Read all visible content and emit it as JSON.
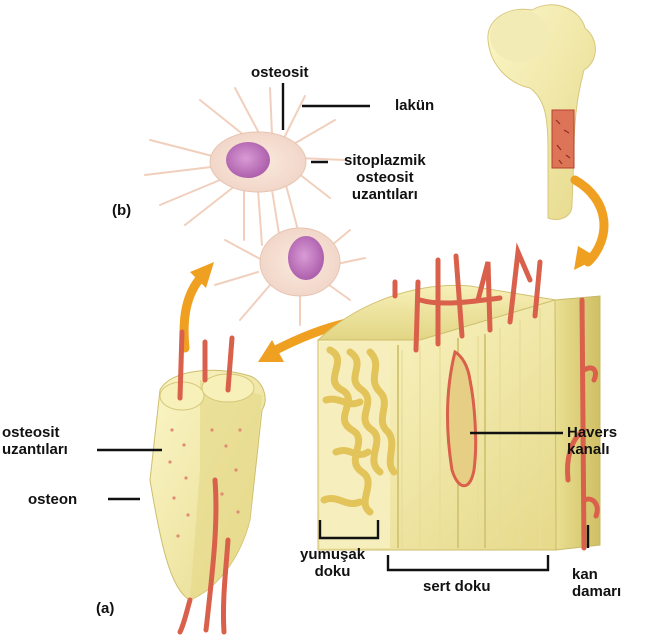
{
  "labels": {
    "osteosit": "osteosit",
    "lakun": "lakün",
    "sito_line1": "sitoplazmik",
    "sito_line2": "osteosit",
    "sito_line3": "uzantıları",
    "panel_b": "(b)",
    "havers_line1": "Havers",
    "havers_line2": "kanalı",
    "osteosit_uzantilari_line1": "osteosit",
    "osteosit_uzantilari_line2": "uzantıları",
    "osteon": "osteon",
    "yumusak_line1": "yumuşak",
    "yumusak_line2": "doku",
    "sert_doku": "sert doku",
    "kan_line1": "kan",
    "kan_line2": "damarı",
    "panel_a": "(a)"
  },
  "colors": {
    "bone": "#f1eaa6",
    "bone_shade": "#d9cc6e",
    "vessel": "#d9604a",
    "vessel_dark": "#b6412f",
    "nucleus": "#c77bc4",
    "cell_body": "#f6ddd1",
    "arrow": "#f0a021",
    "leader": "#111111"
  }
}
